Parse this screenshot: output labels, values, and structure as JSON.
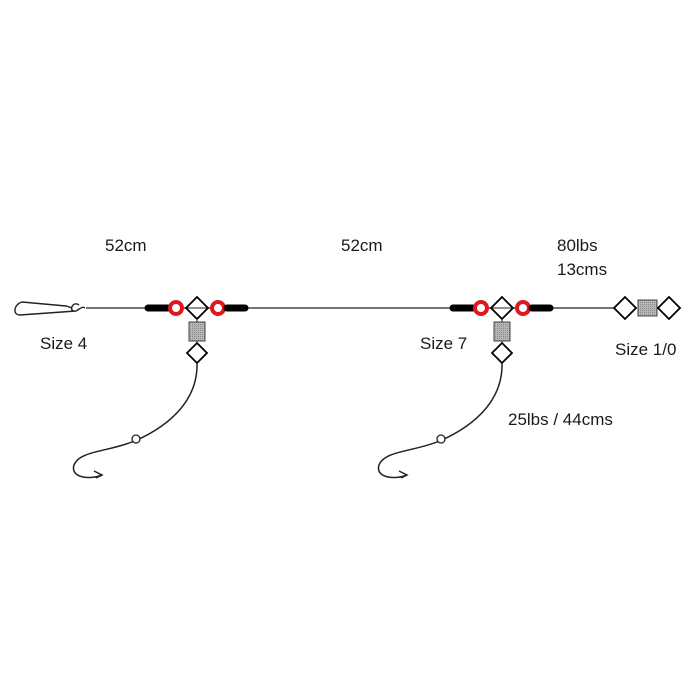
{
  "labels": {
    "length_1": "52cm",
    "length_2": "52cm",
    "leader_strength": "80lbs",
    "leader_length": "13cms",
    "hook_1": "Size 4",
    "hook_2": "Size 7",
    "swivel_end": "Size 1/0",
    "snood": "25lbs / 44cms"
  },
  "colors": {
    "line": "#222222",
    "bead_red": "#e0181e",
    "bead_black": "#000000",
    "swivel_grey": "#a8a8a8"
  }
}
